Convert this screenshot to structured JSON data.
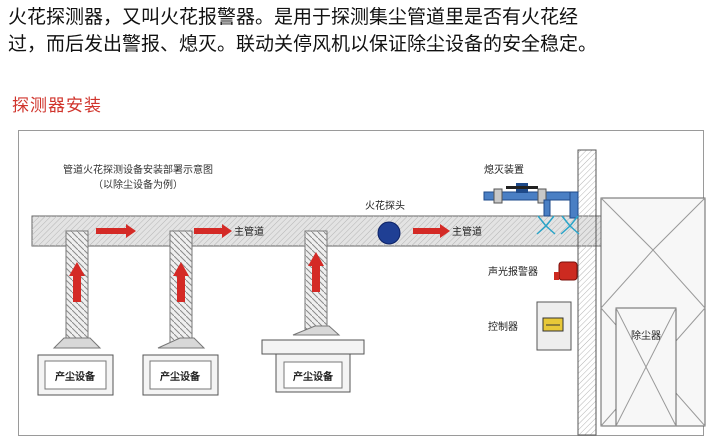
{
  "intro": {
    "line1": "火花探测器，又叫火花报警器。是用于探测集尘管道里是否有火花经",
    "line2": "过，而后发出警报、熄灭。联动关停风机以保证除尘设备的安全稳定。"
  },
  "section_title": "探测器安装",
  "diagram": {
    "caption_line1": "管道火花探测设备安装部署示意图",
    "caption_line2": "（以除尘设备为例）",
    "main_pipe_label_1": "主管道",
    "main_pipe_label_2": "主管道",
    "spark_probe_label": "火花探头",
    "extinguish_device_label": "熄灭装置",
    "alarm_label": "声光报警器",
    "controller_label": "控制器",
    "dust_collector_label": "除尘器",
    "equipment_labels": [
      "产尘设备",
      "产尘设备",
      "产尘设备"
    ]
  },
  "colors": {
    "arrow": "#d42a26",
    "probe": "#1f3f94",
    "pipe_fill": "#e6e6e6",
    "outline": "#555555",
    "section_title": "#d0342c"
  }
}
